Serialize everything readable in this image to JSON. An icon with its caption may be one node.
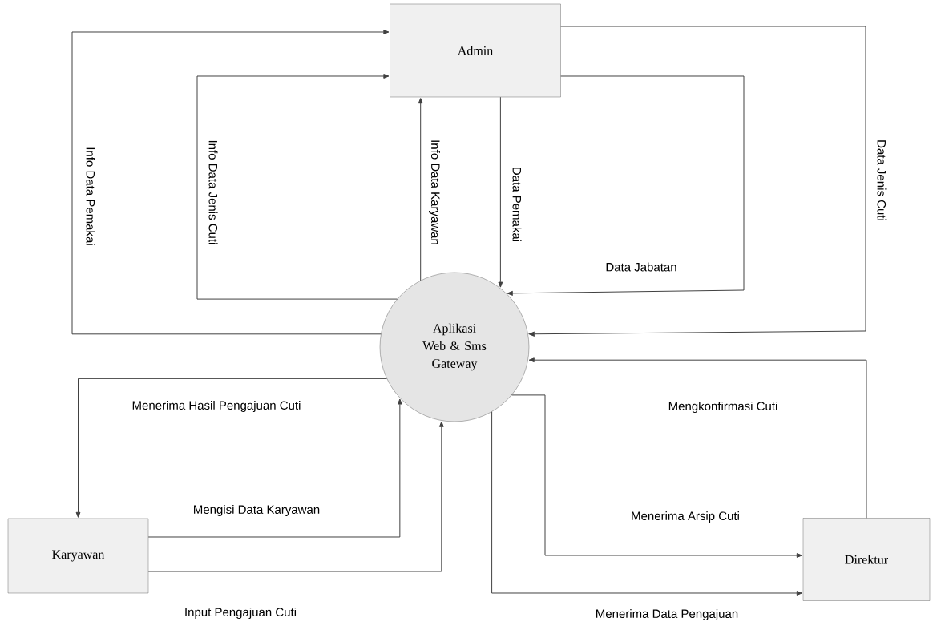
{
  "diagram": {
    "nodes": [
      {
        "text": [
          "Admin"
        ]
      },
      {
        "text": [
          "Aplikasi Web & Sms Gateway"
        ]
      },
      {
        "text": [
          "Karyawan"
        ]
      },
      {
        "text": [
          "Direktur"
        ]
      }
    ],
    "edges": [
      {
        "from": 1,
        "to": 0,
        "arrow": "to",
        "label": "Info Data Pemakai"
      },
      {
        "from": 1,
        "to": 0,
        "arrow": "to",
        "label": "Info Data Jenis Cuti"
      },
      {
        "from": 1,
        "to": 0,
        "arrow": "to",
        "label": "Info Data Karyawan"
      },
      {
        "from": 0,
        "to": 1,
        "arrow": "to",
        "label": "Data Pemakai"
      },
      {
        "from": 0,
        "to": 1,
        "arrow": "to",
        "label": "Data Jabatan"
      },
      {
        "from": 0,
        "to": 1,
        "arrow": "to",
        "label": "Data Jenis Cuti"
      },
      {
        "from": 1,
        "to": 2,
        "arrow": "to",
        "label": "Menerima Hasil Pengajuan Cuti"
      },
      {
        "from": 2,
        "to": 1,
        "arrow": "to",
        "label": "Mengisi Data Karyawan"
      },
      {
        "from": 2,
        "to": 1,
        "arrow": "to",
        "label": "Input Pengajuan Cuti"
      },
      {
        "from": 3,
        "to": 1,
        "arrow": "to",
        "label": "Mengkonfirmasi Cuti"
      },
      {
        "from": 1,
        "to": 3,
        "arrow": "to",
        "label": "Menerima Arsip Cuti"
      },
      {
        "from": 1,
        "to": 3,
        "arrow": "to",
        "label": "Menerima Data Pengajuan"
      }
    ]
  }
}
